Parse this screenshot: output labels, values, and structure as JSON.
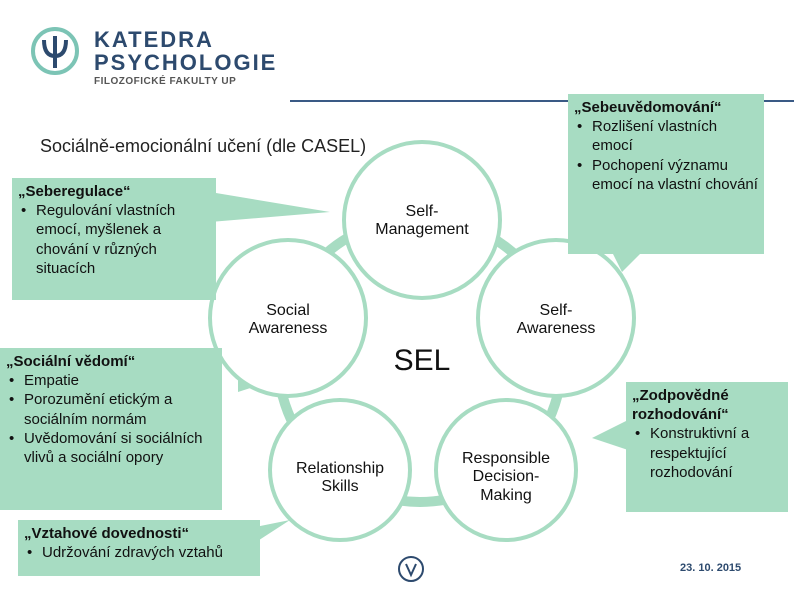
{
  "logo": {
    "name_line1": "KATEDRA",
    "name_line2": "PSYCHOLOGIE",
    "subtitle": "FILOZOFICKÉ FAKULTY UP"
  },
  "title": "Sociálně-emocionální učení (dle CASEL)",
  "center": "SEL",
  "nodes": {
    "self_management": "Self-\nManagement",
    "self_awareness": "Self-\nAwareness",
    "social_awareness": "Social\nAwareness",
    "relationship_skills": "Relationship\nSkills",
    "responsible_decision": "Responsible\nDecision-\nMaking"
  },
  "callouts": {
    "seberegulace": {
      "title": "„Seberegulace“",
      "items": [
        "Regulování vlastních emocí, myšlenek a chování v různých situacích"
      ]
    },
    "sebeuvedomovani": {
      "title": "„Sebeuvědomování“",
      "items": [
        "Rozlišení vlastních emocí",
        "Pochopení významu emocí na vlastní chování"
      ]
    },
    "socialni_vedomi": {
      "title": "„Sociální vědomí“",
      "items": [
        "Empatie",
        "Porozumění etickým a sociálním normám",
        "Uvědomování si sociálních vlivů a sociální opory"
      ]
    },
    "zodpovedne": {
      "title": "„Zodpovědné rozhodování“",
      "items": [
        "Konstruktivní a respektující rozhodování"
      ]
    },
    "vztahove": {
      "title": "„Vztahové dovednosti“",
      "items": [
        "Udržování zdravých vztahů"
      ]
    }
  },
  "footer": {
    "date": "23. 10. 2015"
  },
  "colors": {
    "callout": "#a7dcc2",
    "ring": "#a7dcc2",
    "accent": "#2d4a6e"
  }
}
